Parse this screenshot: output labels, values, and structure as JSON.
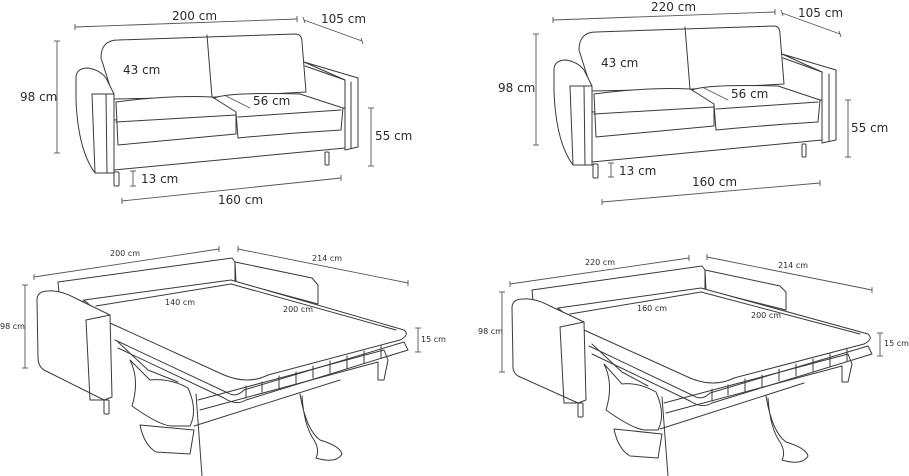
{
  "diagrams": [
    {
      "id": "sofa-200-closed",
      "view": "closed",
      "labels": {
        "width": "200 cm",
        "depth": "105 cm",
        "height": "98 cm",
        "backrest": "43 cm",
        "seat_depth": "56 cm",
        "seat_height": "55 cm",
        "leg_height": "13 cm",
        "inner_width": "160 cm"
      }
    },
    {
      "id": "sofa-220-closed",
      "view": "closed",
      "labels": {
        "width": "220 cm",
        "depth": "105 cm",
        "height": "98 cm",
        "backrest": "43 cm",
        "seat_depth": "56 cm",
        "seat_height": "55 cm",
        "leg_height": "13 cm",
        "inner_width": "160 cm"
      }
    },
    {
      "id": "sofa-200-open",
      "view": "open-bed",
      "labels": {
        "width": "200 cm",
        "open_depth": "214 cm",
        "height": "98 cm",
        "mattress_width": "140 cm",
        "mattress_length": "200 cm",
        "mattress_thickness": "15 cm"
      }
    },
    {
      "id": "sofa-220-open",
      "view": "open-bed",
      "labels": {
        "width": "220 cm",
        "open_depth": "214 cm",
        "height": "98 cm",
        "mattress_width": "160 cm",
        "mattress_length": "200 cm",
        "mattress_thickness": "15 cm"
      }
    }
  ]
}
